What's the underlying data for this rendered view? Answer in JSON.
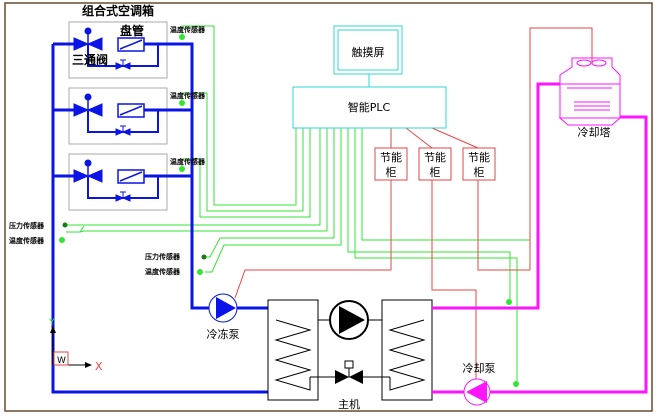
{
  "diagram": {
    "ahu_title": "组合式空调箱",
    "coil_label": "盘管",
    "three_way_valve_label": "三通阀",
    "touchscreen_label": "触摸屏",
    "plc_label": "智能PLC",
    "energy_cabinets": [
      {
        "line1": "节能",
        "line2": "柜"
      },
      {
        "line1": "节能",
        "line2": "柜"
      },
      {
        "line1": "节能",
        "line2": "柜"
      }
    ],
    "cooling_tower_label": "冷却塔",
    "chilled_pump_label": "冷冻泵",
    "cooling_pump_label": "冷却泵",
    "chiller_label": "主机",
    "ahu_temp_sensors": [
      "温度传感器",
      "温度传感器",
      "温度传感器"
    ],
    "left_pressure_sensor": "压力传感器",
    "left_temp_sensor": "温度传感器",
    "mid_pressure_sensor": "压力传感器",
    "mid_temp_sensor": "温度传感器",
    "ucs_w": "W",
    "ucs_x": "X",
    "ucs_y": "Y"
  },
  "colors": {
    "chilled_water": "#0a14e6",
    "cooling_water": "#ff14ff",
    "signal": "#33e633",
    "power": "#e64646",
    "controller": "#33d6d6",
    "frame": "#6b4a2e"
  }
}
